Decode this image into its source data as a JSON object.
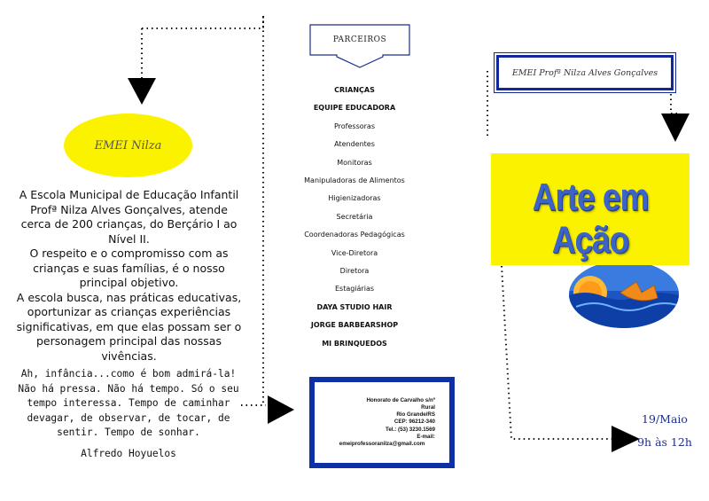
{
  "left_panel": {
    "school_badge": "EMEI Nilza",
    "intro_paragraphs": [
      "A Escola Municipal de Educação Infantil Profª Nilza Alves Gonçalves,  atende cerca de 200 crianças, do Berçário I ao Nível II.",
      "O respeito e o compromisso com as crianças e suas famílias, é o nosso principal objetivo.",
      "A escola busca, nas práticas educativas, oportunizar as crianças experiências significativas, em que elas possam ser o personagem principal das nossas vivências."
    ],
    "quote_lines": [
      "Ah, infância...como é bom admirá-la!",
      "Não há pressa. Não há tempo. Só o seu",
      "tempo interessa. Tempo de caminhar",
      "devagar, de observar, de tocar, de",
      "sentir. Tempo de sonhar."
    ],
    "quote_author": "Alfredo Hoyuelos"
  },
  "middle_panel": {
    "partners_header": "PARCEIROS",
    "partners": [
      {
        "label": "CRIANÇAS",
        "bold": true
      },
      {
        "label": "EQUIPE EDUCADORA",
        "bold": true
      },
      {
        "label": "Professoras",
        "bold": false
      },
      {
        "label": "Atendentes",
        "bold": false
      },
      {
        "label": "Monitoras",
        "bold": false
      },
      {
        "label": "Manipuladoras de Alimentos",
        "bold": false
      },
      {
        "label": "Higienizadoras",
        "bold": false
      },
      {
        "label": "Secretária",
        "bold": false
      },
      {
        "label": "Coordenadoras Pedagógicas",
        "bold": false
      },
      {
        "label": "Vice-Diretora",
        "bold": false
      },
      {
        "label": "Diretora",
        "bold": false
      },
      {
        "label": "Estagiárias",
        "bold": false
      },
      {
        "label": "DAYA STUDIO HAIR",
        "bold": true
      },
      {
        "label": "JORGE BARBEARSHOP",
        "bold": true
      },
      {
        "label": "MI BRINQUEDOS",
        "bold": true
      }
    ],
    "contact": {
      "street": "Honorato de Carvalho s/nº",
      "area": "Rural",
      "city": "Rio Grande/RS",
      "cep": "CEP: 96212-340",
      "phone": "Tel.: (53) 3230.1569",
      "email_label": "E-mail:",
      "email": "emeiprofessoranilza@gmail.com"
    }
  },
  "right_panel": {
    "school_name": "EMEI Profª Nilza Alves Gonçalves",
    "event_title": "Arte em Ação",
    "event_date": "19/Maio",
    "event_time": "9h às 12h"
  },
  "colors": {
    "yellow": "#fbf200",
    "blue_border": "#0d2fa8",
    "title_blue": "#3b63c8"
  }
}
